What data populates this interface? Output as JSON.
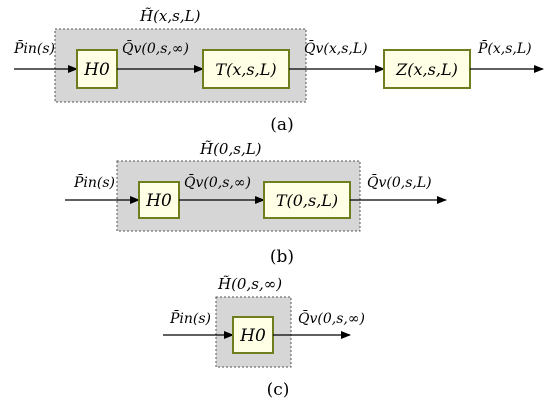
{
  "diagram_a": {
    "group_label": "H̃(x,s,L)",
    "input_label": "P̄in(s)",
    "block_h0": "H0",
    "mid_label": "Q̄v(0,s,∞)",
    "block_t": "T(x,s,L)",
    "q_label": "Q̄v(x,s,L)",
    "block_z": "Z(x,s,L)",
    "output_label": "P̄(x,s,L)",
    "caption": "(a)"
  },
  "diagram_b": {
    "group_label": "H̃(0,s,L)",
    "input_label": "P̄in(s)",
    "block_h0": "H0",
    "mid_label": "Q̄v(0,s,∞)",
    "block_t": "T(0,s,L)",
    "output_label": "Q̄v(0,s,L)",
    "caption": "(b)"
  },
  "diagram_c": {
    "group_label": "H̃(0,s,∞)",
    "input_label": "P̄in(s)",
    "block_h0": "H0",
    "output_label": "Q̄v(0,s,∞)",
    "caption": "(c)"
  },
  "colors": {
    "group_fill": "#d6d6d6",
    "block_fill": "#ffffe6",
    "block_border": "#6e7d1e",
    "line": "#000000"
  }
}
